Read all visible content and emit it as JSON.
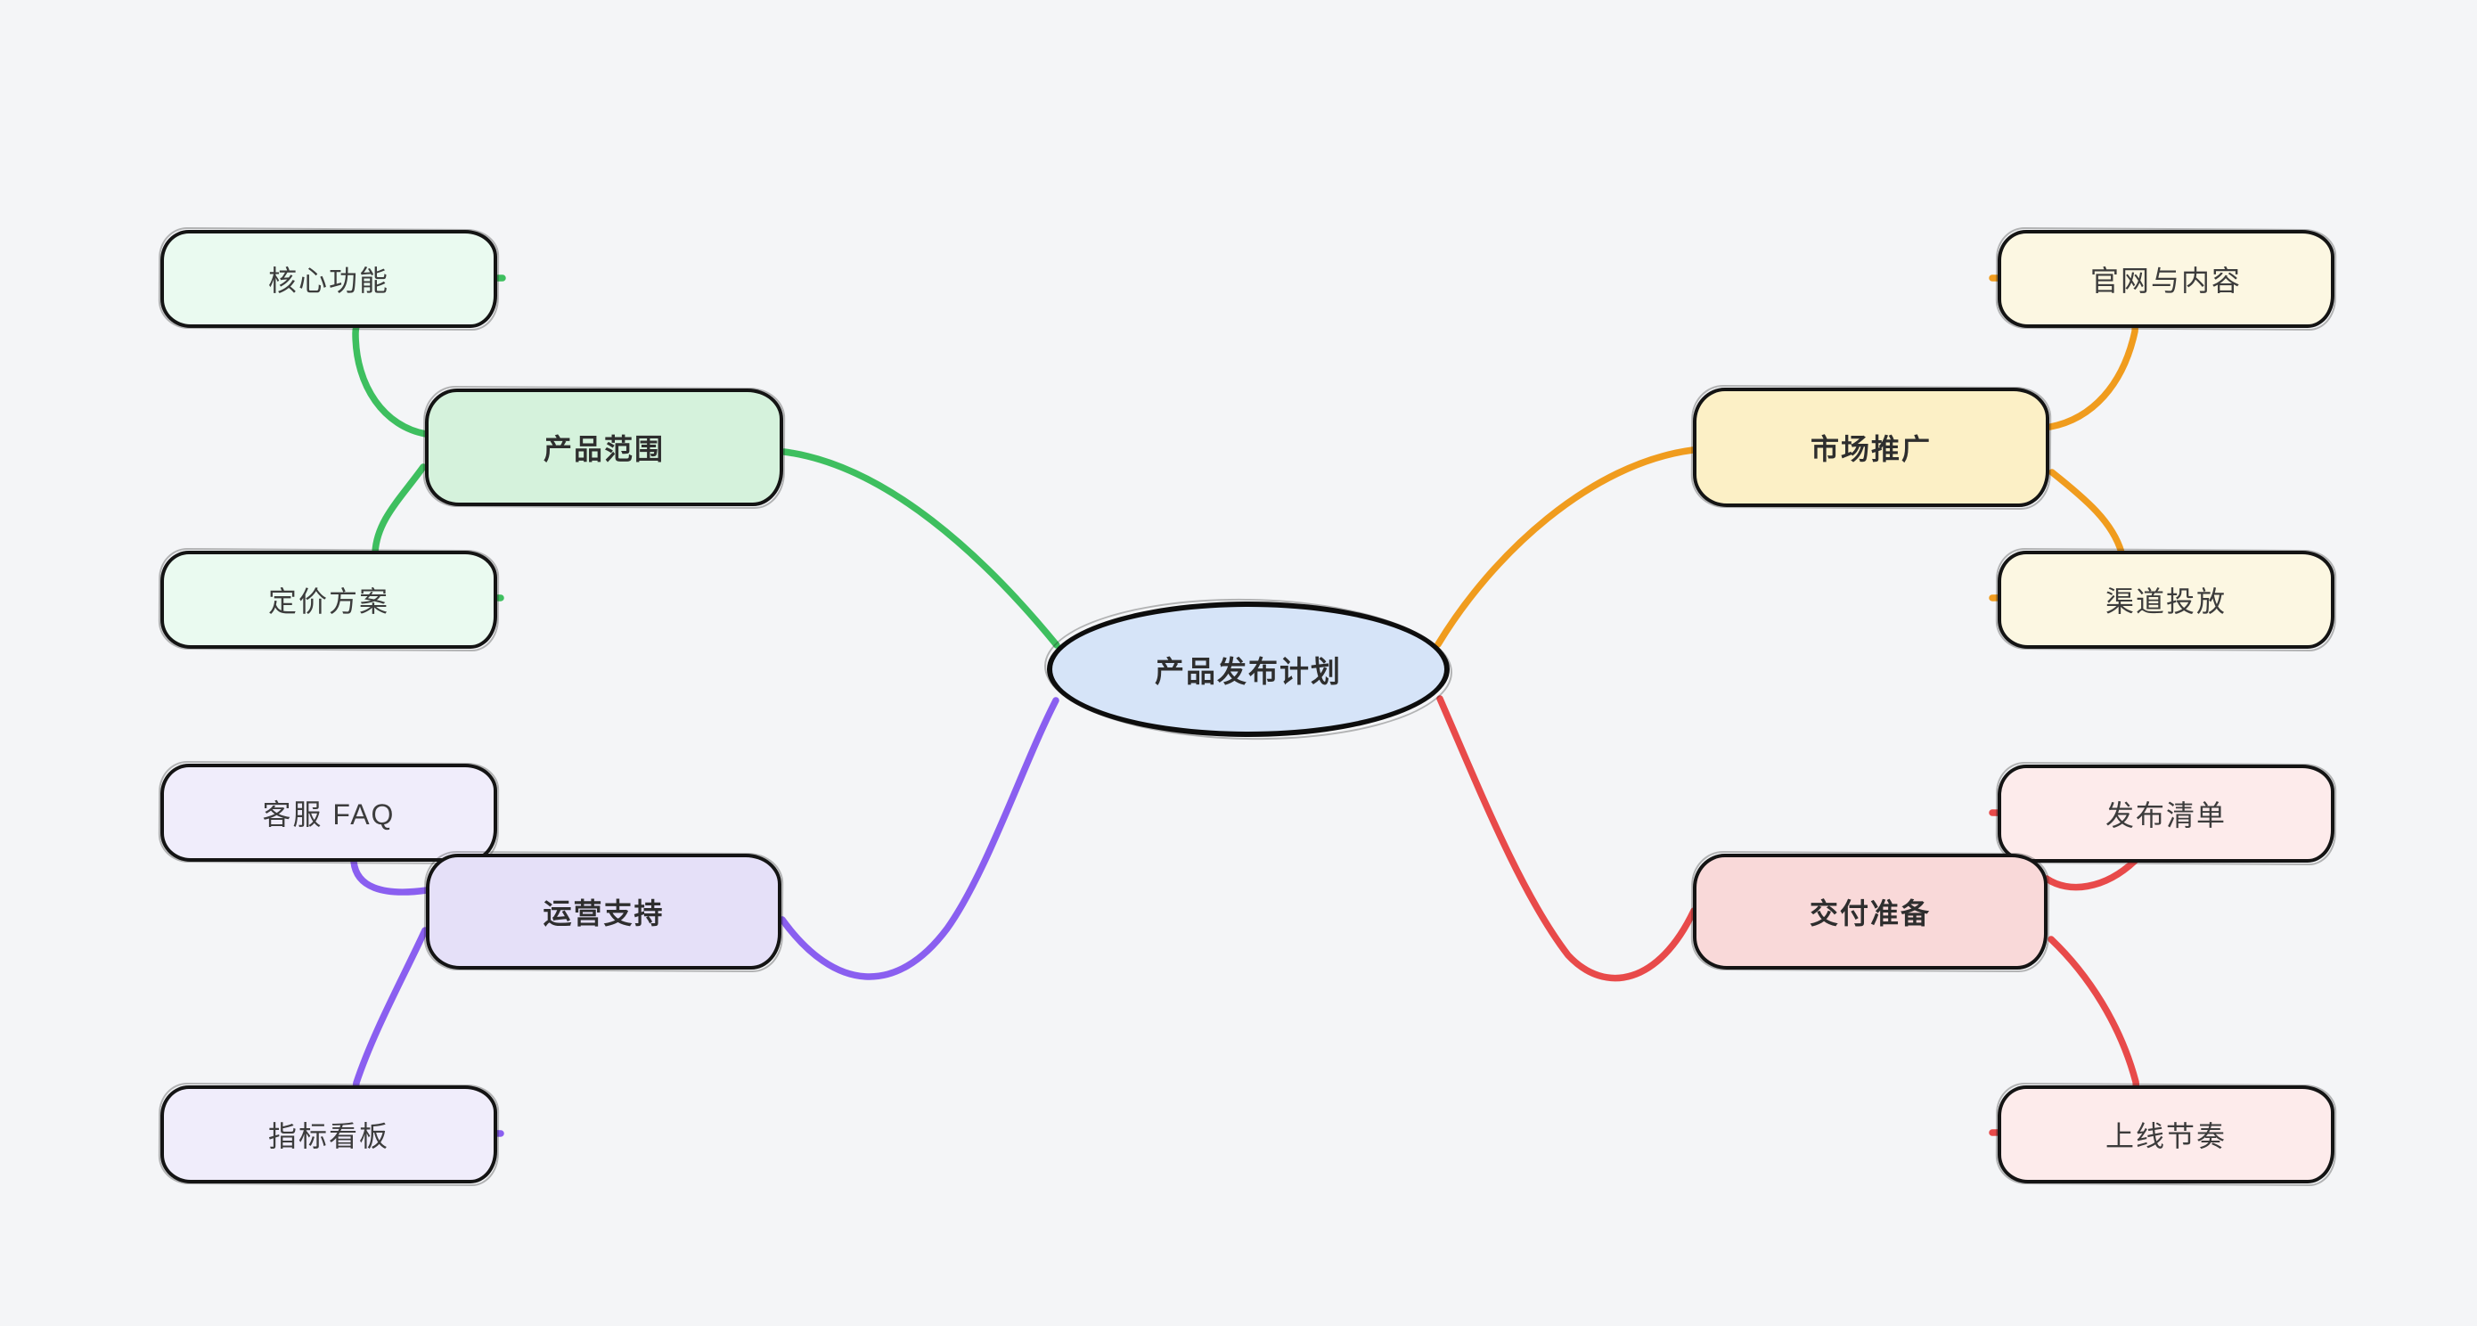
{
  "diagram": {
    "type": "mind-map",
    "background": "#f4f5f7",
    "text_color": "#2e2e2e",
    "node_border_color": "#141414",
    "root": {
      "label": "产品发布计划",
      "fill": "#d6e4f8"
    },
    "branches": [
      {
        "label": "产品范围",
        "fill": "#d5f2dc",
        "leaf_fill": "#eafaf0",
        "color": "#3ebf5f",
        "children": [
          "核心功能",
          "定价方案"
        ]
      },
      {
        "label": "市场推广",
        "fill": "#fcf0c6",
        "leaf_fill": "#fcf7e2",
        "color": "#f09c1e",
        "children": [
          "官网与内容",
          "渠道投放"
        ]
      },
      {
        "label": "运营支持",
        "fill": "#e5e0f8",
        "leaf_fill": "#f0edfb",
        "color": "#8a5ff0",
        "children": [
          "客服 FAQ",
          "指标看板"
        ]
      },
      {
        "label": "交付准备",
        "fill": "#f9d9d9",
        "leaf_fill": "#fdebeb",
        "color": "#e84a4a",
        "children": [
          "发布清单",
          "上线节奏"
        ]
      }
    ]
  }
}
